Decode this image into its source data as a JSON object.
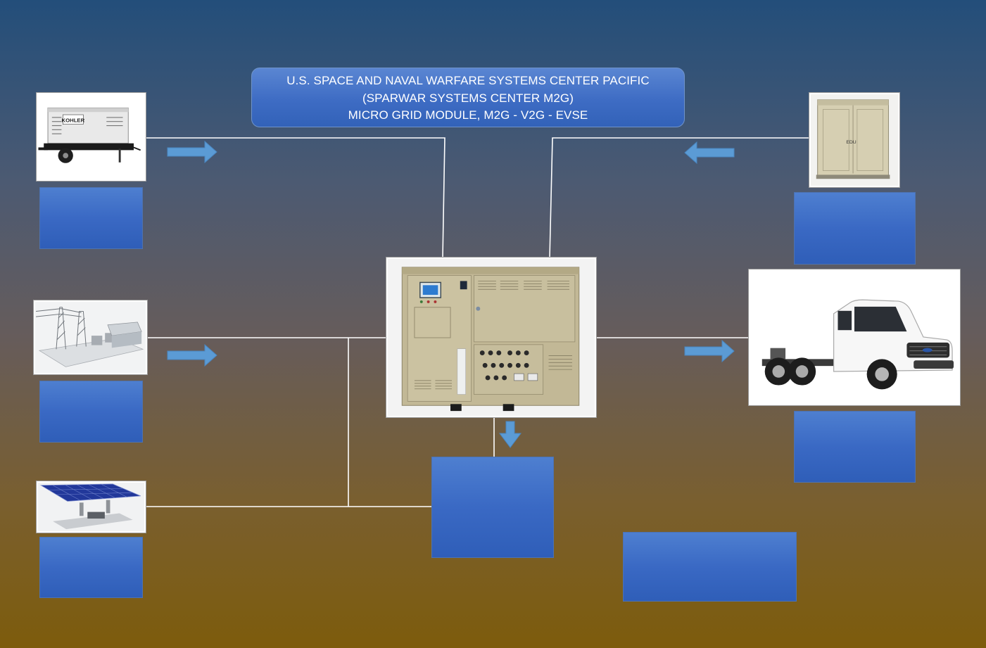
{
  "title": {
    "line1": "U.S. SPACE AND NAVAL WARFARE SYSTEMS CENTER PACIFIC",
    "line2": "(SPARWAR SYSTEMS CENTER M2G)",
    "line3": "MICRO GRID MODULE, M2G - V2G - EVSE"
  },
  "images": {
    "generator": {
      "icon": "mobile-generator-icon",
      "brand": "KOHLER"
    },
    "substation": {
      "icon": "electrical-substation-icon"
    },
    "solar": {
      "icon": "solar-array-icon"
    },
    "microgrid": {
      "icon": "microgrid-module-cabinet-icon"
    },
    "cabinet": {
      "icon": "power-cabinet-icon",
      "label": "EDU"
    },
    "truck": {
      "icon": "electric-truck-icon"
    }
  },
  "colors": {
    "box_fill": "#3a69c4",
    "arrow_fill": "#5b9bd5",
    "line": "#ffffff"
  }
}
